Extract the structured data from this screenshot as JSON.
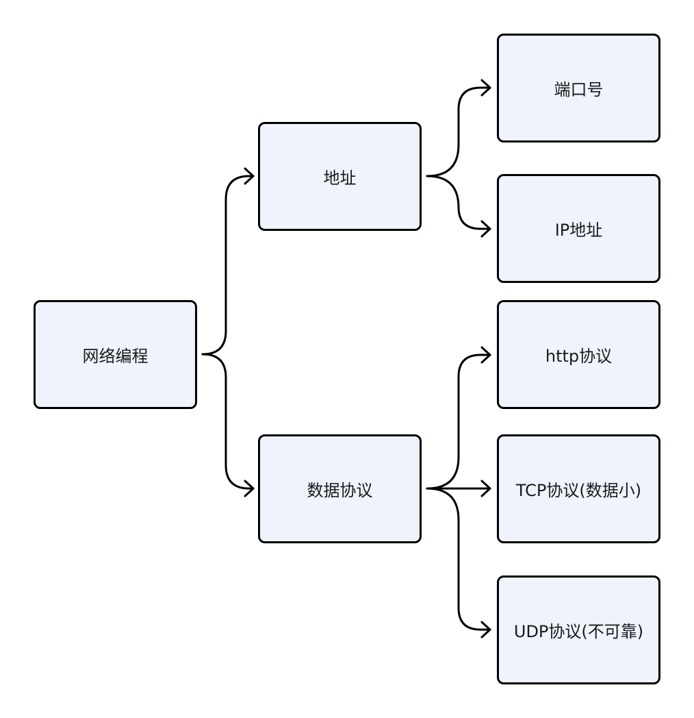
{
  "diagram": {
    "colors": {
      "node_fill": "#eef3fc",
      "node_border": "#000000",
      "line": "#000000",
      "text": "#1a1a1a"
    },
    "nodes": {
      "root": "网络编程",
      "address": "地址",
      "data_protocol": "数据协议",
      "port": "端口号",
      "ip": "IP地址",
      "http": "http协议",
      "tcp": "TCP协议(数据小)",
      "udp": "UDP协议(不可靠)"
    },
    "edges": [
      {
        "from": "网络编程",
        "to": "地址"
      },
      {
        "from": "网络编程",
        "to": "数据协议"
      },
      {
        "from": "地址",
        "to": "端口号"
      },
      {
        "from": "地址",
        "to": "IP地址"
      },
      {
        "from": "数据协议",
        "to": "http协议"
      },
      {
        "from": "数据协议",
        "to": "TCP协议(数据小)"
      },
      {
        "from": "数据协议",
        "to": "UDP协议(不可靠)"
      }
    ]
  }
}
